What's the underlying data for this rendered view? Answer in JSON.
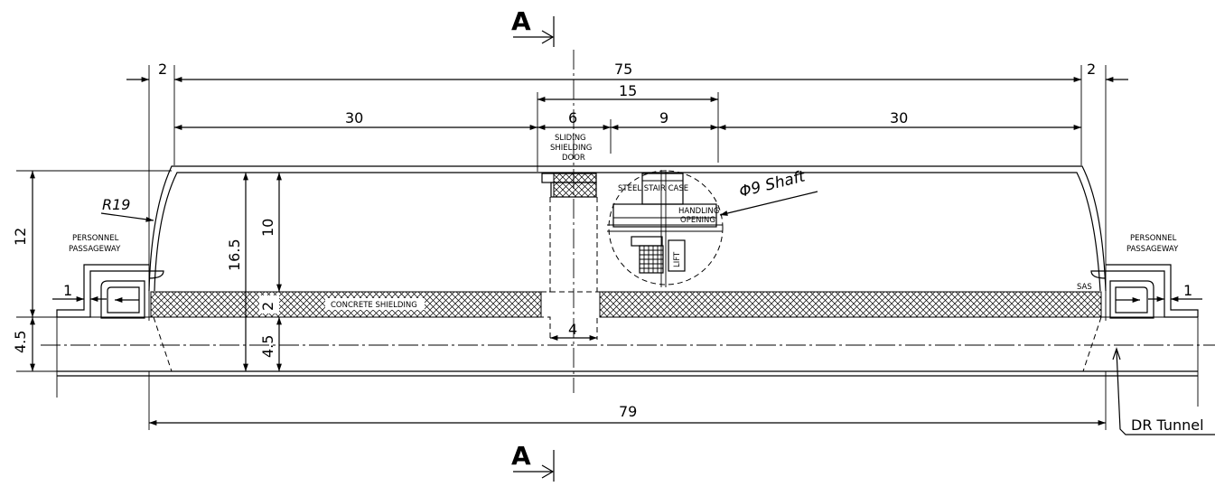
{
  "section_marker": "A",
  "dimensions": {
    "overall_length": "75",
    "left_wall": "2",
    "right_wall": "2",
    "center_span": "15",
    "left_segment": "30",
    "door_width": "6",
    "shaft_offset": "9",
    "right_segment": "30",
    "height_12": "12",
    "height_16_5": "16.5",
    "height_10": "10",
    "height_2": "2",
    "height_4_5_left": "4.5",
    "height_4_5_inner": "4.5",
    "opening_4": "4",
    "total_79": "79",
    "step_left": "1",
    "step_right": "1",
    "radius": "R19"
  },
  "labels": {
    "sliding_door_1": "SLIDING",
    "sliding_door_2": "SHIELDING",
    "sliding_door_3": "DOOR",
    "personnel_left_1": "PERSONNEL",
    "personnel_left_2": "PASSAGEWAY",
    "personnel_right_1": "PERSONNEL",
    "personnel_right_2": "PASSAGEWAY",
    "concrete": "CONCRETE SHIELDING",
    "steel_staircase": "STEEL STAIR CASE",
    "handling_1": "HANDLING",
    "handling_2": "OPENING",
    "lift": "LIFT",
    "shaft": "Φ9 Shaft",
    "sas": "SAS",
    "dr_tunnel": "DR Tunnel"
  }
}
